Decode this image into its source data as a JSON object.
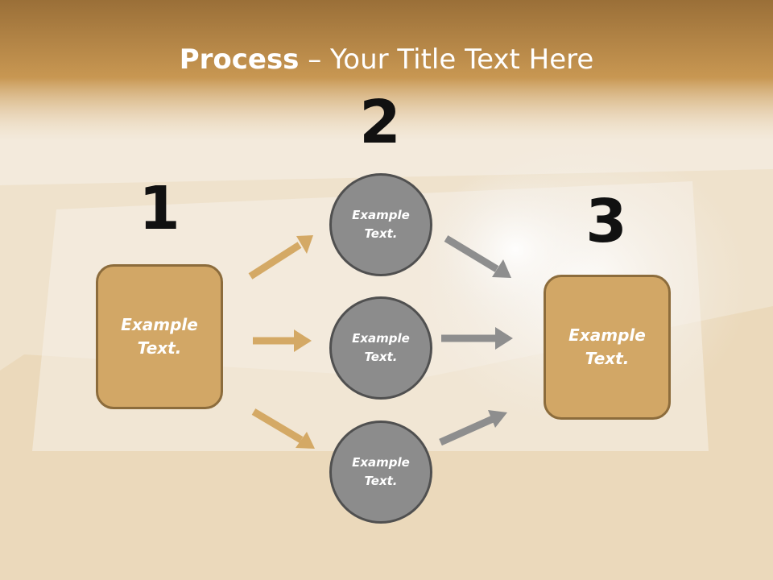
{
  "title": {
    "bold": "Process",
    "rest": " – Your Title Text Here"
  },
  "steps": {
    "n1": "1",
    "n2": "2",
    "n3": "3"
  },
  "box_left": {
    "line1": "Example",
    "line2": "Text."
  },
  "box_right": {
    "line1": "Example",
    "line2": "Text."
  },
  "circles": [
    {
      "line1": "Example",
      "line2": "Text."
    },
    {
      "line1": "Example",
      "line2": "Text."
    },
    {
      "line1": "Example",
      "line2": "Text."
    }
  ],
  "colors": {
    "accent_gold": "#d2a766",
    "gold_border": "#8c6c3c",
    "circle_gray": "#8c8c8c",
    "arrow_gold": "#d4a965",
    "arrow_gray": "#8e8e8e",
    "header_band": "#c0924a"
  }
}
